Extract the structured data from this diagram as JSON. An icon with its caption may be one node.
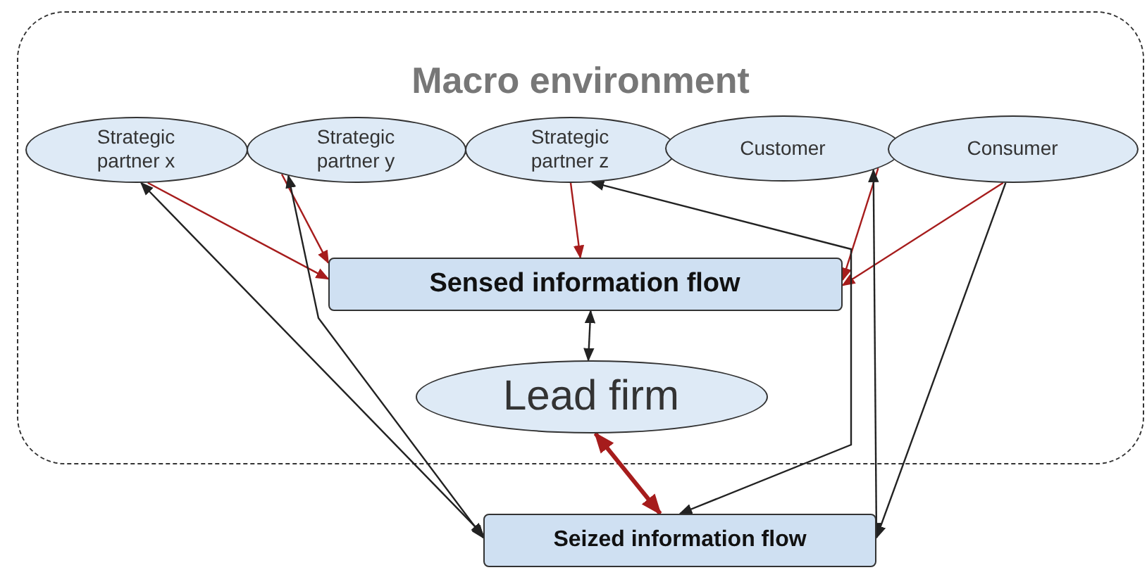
{
  "diagram": {
    "nodes": [
      {
        "text": [
          "Macro environment"
        ]
      },
      {
        "text": [
          "Strategic partner x"
        ],
        "in": 0
      },
      {
        "text": [
          "Strategic partner y"
        ],
        "in": 0
      },
      {
        "text": [
          "Strategic partner z"
        ],
        "in": 0
      },
      {
        "text": [
          "Customer"
        ],
        "in": 0
      },
      {
        "text": [
          "Consumer"
        ],
        "in": 0
      },
      {
        "text": [
          "Sensed information flow"
        ],
        "in": 0
      },
      {
        "text": [
          "Lead firm"
        ],
        "in": 0
      },
      {
        "text": [
          "Seized information flow"
        ]
      }
    ],
    "edges": [
      {
        "from": 1,
        "to": 6,
        "arrow": "to",
        "color": "#a61c1c"
      },
      {
        "from": 2,
        "to": 6,
        "arrow": "to",
        "color": "#a61c1c"
      },
      {
        "from": 3,
        "to": 6,
        "arrow": "to",
        "color": "#a61c1c"
      },
      {
        "from": 4,
        "to": 6,
        "arrow": "to",
        "color": "#a61c1c"
      },
      {
        "from": 5,
        "to": 6,
        "arrow": "to",
        "color": "#a61c1c"
      },
      {
        "from": 1,
        "to": 8,
        "arrow": "both",
        "color": "#222222"
      },
      {
        "from": 2,
        "to": 8,
        "arrow": "both",
        "color": "#222222"
      },
      {
        "from": 3,
        "to": 8,
        "arrow": "both",
        "color": "#222222"
      },
      {
        "from": 4,
        "to": 8,
        "arrow": "both",
        "color": "#222222"
      },
      {
        "from": 5,
        "to": 8,
        "arrow": "to",
        "color": "#222222"
      },
      {
        "from": 7,
        "to": 6,
        "arrow": "both",
        "color": "#222222"
      },
      {
        "from": 7,
        "to": 8,
        "arrow": "both",
        "style": "thick",
        "color": "#a61c1c"
      }
    ]
  }
}
